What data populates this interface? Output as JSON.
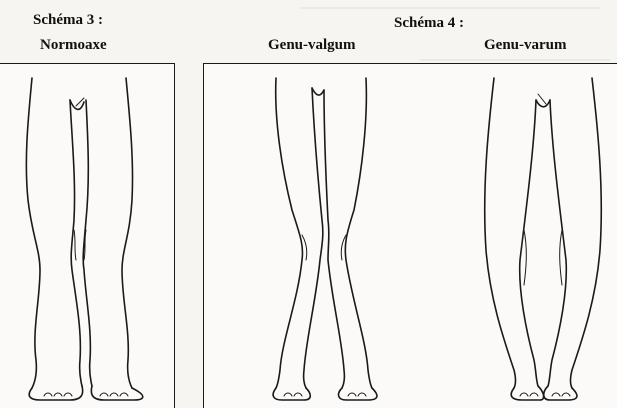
{
  "schemas": [
    {
      "title_line1": "Schéma 3 :",
      "title_line2": "Normoaxe"
    },
    {
      "title_line1": "",
      "title_line2": "Genu-valgum"
    },
    {
      "title_line1": "Schéma 4 :",
      "title_line2": "Genu-varum"
    }
  ]
}
